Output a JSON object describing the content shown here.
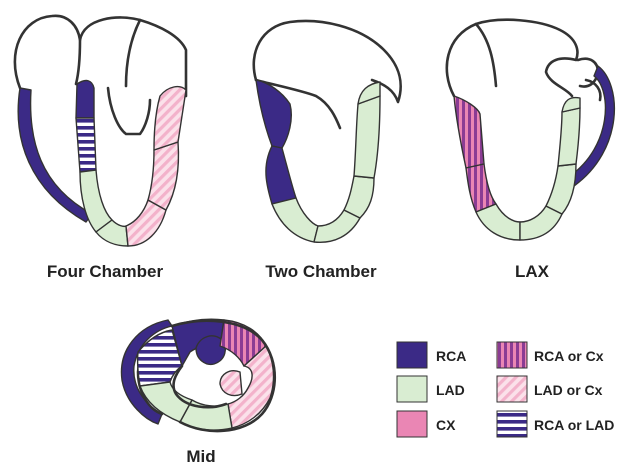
{
  "colors": {
    "rca": "#3b2a86",
    "lad": "#d9edd2",
    "cx": "#ea86b4",
    "rca_or_cx_stripe": "#8b3c94",
    "lad_or_cx_stripe": "#f3b2cb",
    "rca_or_lad_stripe": "#3b2a86",
    "outline": "#333333"
  },
  "views": [
    {
      "label": "Four Chamber"
    },
    {
      "label": "Two Chamber"
    },
    {
      "label": "LAX"
    },
    {
      "label": "Mid"
    }
  ],
  "legend": [
    {
      "label": "RCA",
      "pattern": "solid-rca"
    },
    {
      "label": "RCA or Cx",
      "pattern": "vertical-stripes-rca-cx"
    },
    {
      "label": "LAD",
      "pattern": "solid-lad"
    },
    {
      "label": "LAD or Cx",
      "pattern": "diagonal-stripes-lad-cx"
    },
    {
      "label": "CX",
      "pattern": "solid-cx"
    },
    {
      "label": "RCA or LAD",
      "pattern": "horizontal-stripes-rca-lad"
    }
  ]
}
